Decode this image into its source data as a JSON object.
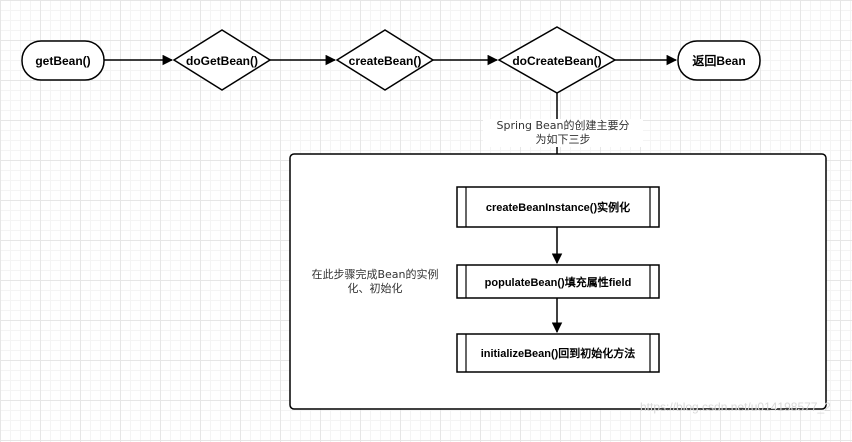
{
  "nodes": {
    "get_bean": "getBean()",
    "do_get_bean": "doGetBean()",
    "create_bean": "createBean()",
    "do_create_bean": "doCreateBean()",
    "return_bean": "返回Bean"
  },
  "annotation": {
    "line1": "Spring Bean的创建主要分",
    "line2": "为如下三步"
  },
  "steps": {
    "create_instance": "createBeanInstance()实例化",
    "populate": "populateBean()填充属性field",
    "initialize": "initializeBean()回到初始化方法"
  },
  "side_note": {
    "line1": "在此步骤完成Bean的实例",
    "line2": "化、初始化"
  },
  "watermark": "https://blog.csdn.net/u014198577_2"
}
